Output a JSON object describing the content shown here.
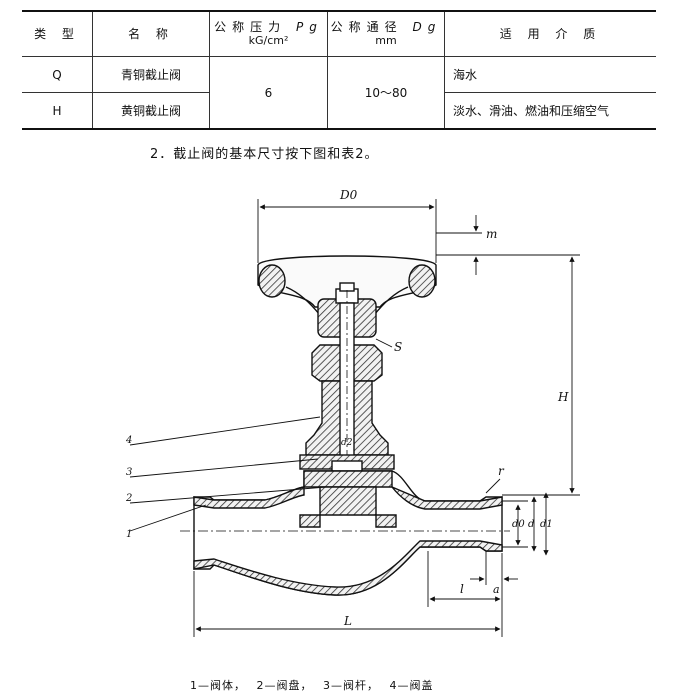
{
  "table": {
    "headers": {
      "type": "类 型",
      "name": "名 称",
      "pressure": "公称压力",
      "pressure_symbol": "Pg",
      "pressure_unit": "kG/cm²",
      "diameter": "公称通径",
      "diameter_symbol": "Dg",
      "diameter_unit": "mm",
      "media": "适 用 介 质"
    },
    "rows": [
      {
        "type": "Q",
        "name": "青铜截止阀",
        "media": "海水"
      },
      {
        "type": "H",
        "name": "黄铜截止阀",
        "media": "淡水、滑油、燃油和压缩空气"
      }
    ],
    "shared_pressure": "6",
    "shared_diameter": "10～80"
  },
  "note": "2．截止阀的基本尺寸按下图和表2。",
  "drawing": {
    "labels": {
      "D0": "D0",
      "m": "m",
      "S": "S",
      "H": "H",
      "r": "r",
      "d0": "d0",
      "d": "d",
      "d1": "d1",
      "d2": "d2",
      "l": "l",
      "a": "a",
      "L": "L",
      "p1": "1",
      "p2": "2",
      "p3": "3",
      "p4": "4"
    }
  },
  "caption": "1—阀体， 2—阀盘， 3—阀杆， 4—阀盖"
}
